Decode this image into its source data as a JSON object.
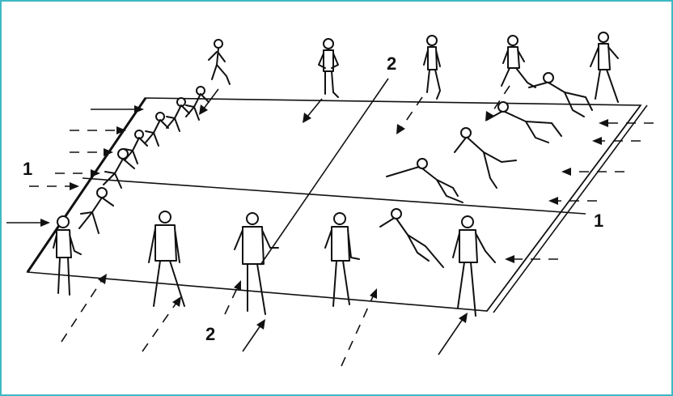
{
  "figure": {
    "labels": {
      "team_1_left": "1",
      "team_1_right": "1",
      "team_2_top": "2",
      "team_2_bottom": "2"
    },
    "frame_color": "#3fb8c4",
    "line_color": "#111111"
  }
}
